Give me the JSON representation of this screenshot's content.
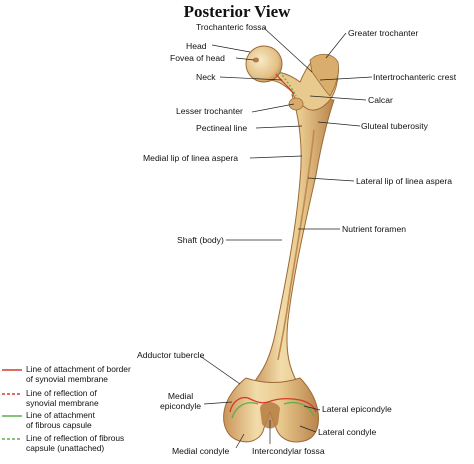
{
  "title": "Posterior View",
  "colors": {
    "bone": "#e8c98e",
    "bone_shadow": "#c9955a",
    "bone_highlight": "#f7e6bf",
    "leader": "#222222",
    "synovial_line": "#d33b2c",
    "fibrous_line": "#5fae4b"
  },
  "labels": {
    "trochanteric_fossa": "Trochanteric fossa",
    "greater_trochanter": "Greater trochanter",
    "head": "Head",
    "fovea_of_head": "Fovea of head",
    "neck": "Neck",
    "intertrochanteric_crest": "Intertrochanteric crest",
    "lesser_trochanter": "Lesser trochanter",
    "calcar": "Calcar",
    "pectineal_line": "Pectineal line",
    "gluteal_tuberosity": "Gluteal tuberosity",
    "medial_lip_linea_aspera": "Medial lip of linea aspera",
    "lateral_lip_linea_aspera": "Lateral lip of linea aspera",
    "nutrient_foramen": "Nutrient foramen",
    "shaft": "Shaft (body)",
    "adductor_tubercle": "Adductor tubercle",
    "medial_epicondyle": "Medial\nepicondyle",
    "lateral_epicondyle": "Lateral epicondyle",
    "lateral_condyle": "Lateral condyle",
    "medial_condyle": "Medial condyle",
    "intercondylar_fossa": "Intercondylar fossa"
  },
  "legend": [
    {
      "style": "solid-red",
      "text": "Line of attachment of border\nof synovial membrane"
    },
    {
      "style": "dashed-red",
      "text": "Line of reflection of\nsynovial membrane"
    },
    {
      "style": "solid-green",
      "text": "Line of attachment\nof fibrous capsule"
    },
    {
      "style": "dashed-green",
      "text": "Line of reflection of fibrous\ncapsule (unattached)"
    }
  ]
}
